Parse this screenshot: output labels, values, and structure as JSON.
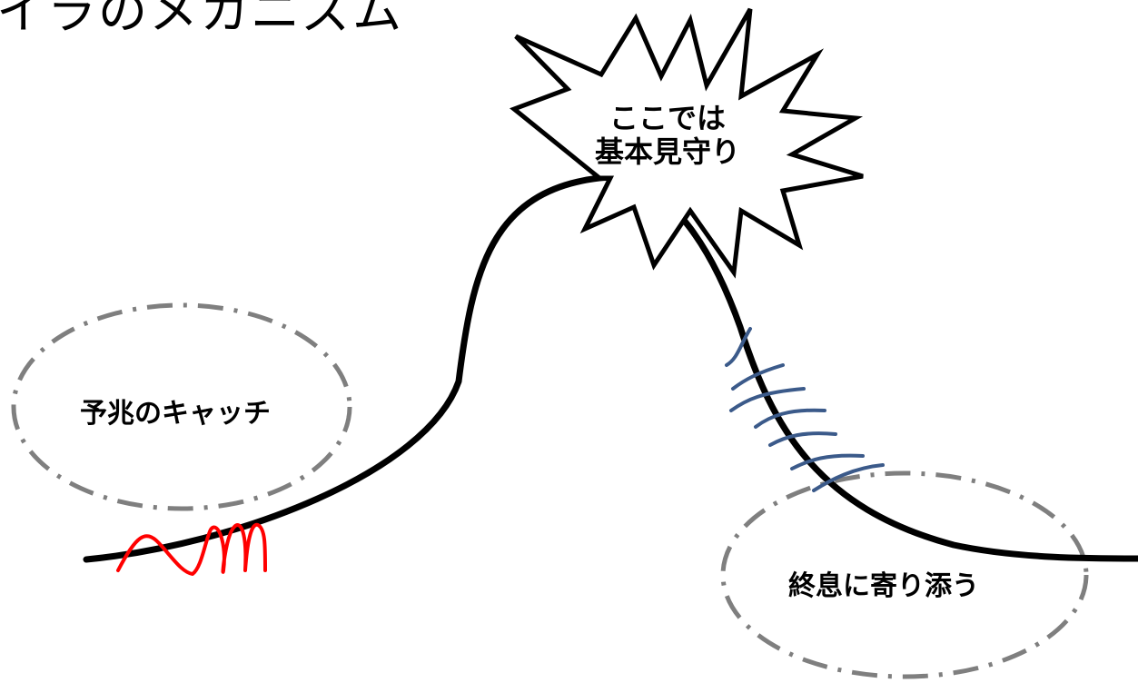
{
  "title": "イラのメカニズム",
  "burst": {
    "line1": "ここでは",
    "line2": "基本見守り"
  },
  "labels": {
    "left_ellipse": "予兆のキャッチ",
    "right_ellipse": "終息に寄り添う"
  },
  "colors": {
    "curve": "#000000",
    "dashed_ellipse": "#7f7f7f",
    "red_scribble": "#ff0000",
    "blue_strokes": "#3b5a8a",
    "burst_fill": "#ffffff",
    "burst_stroke": "#000000"
  }
}
